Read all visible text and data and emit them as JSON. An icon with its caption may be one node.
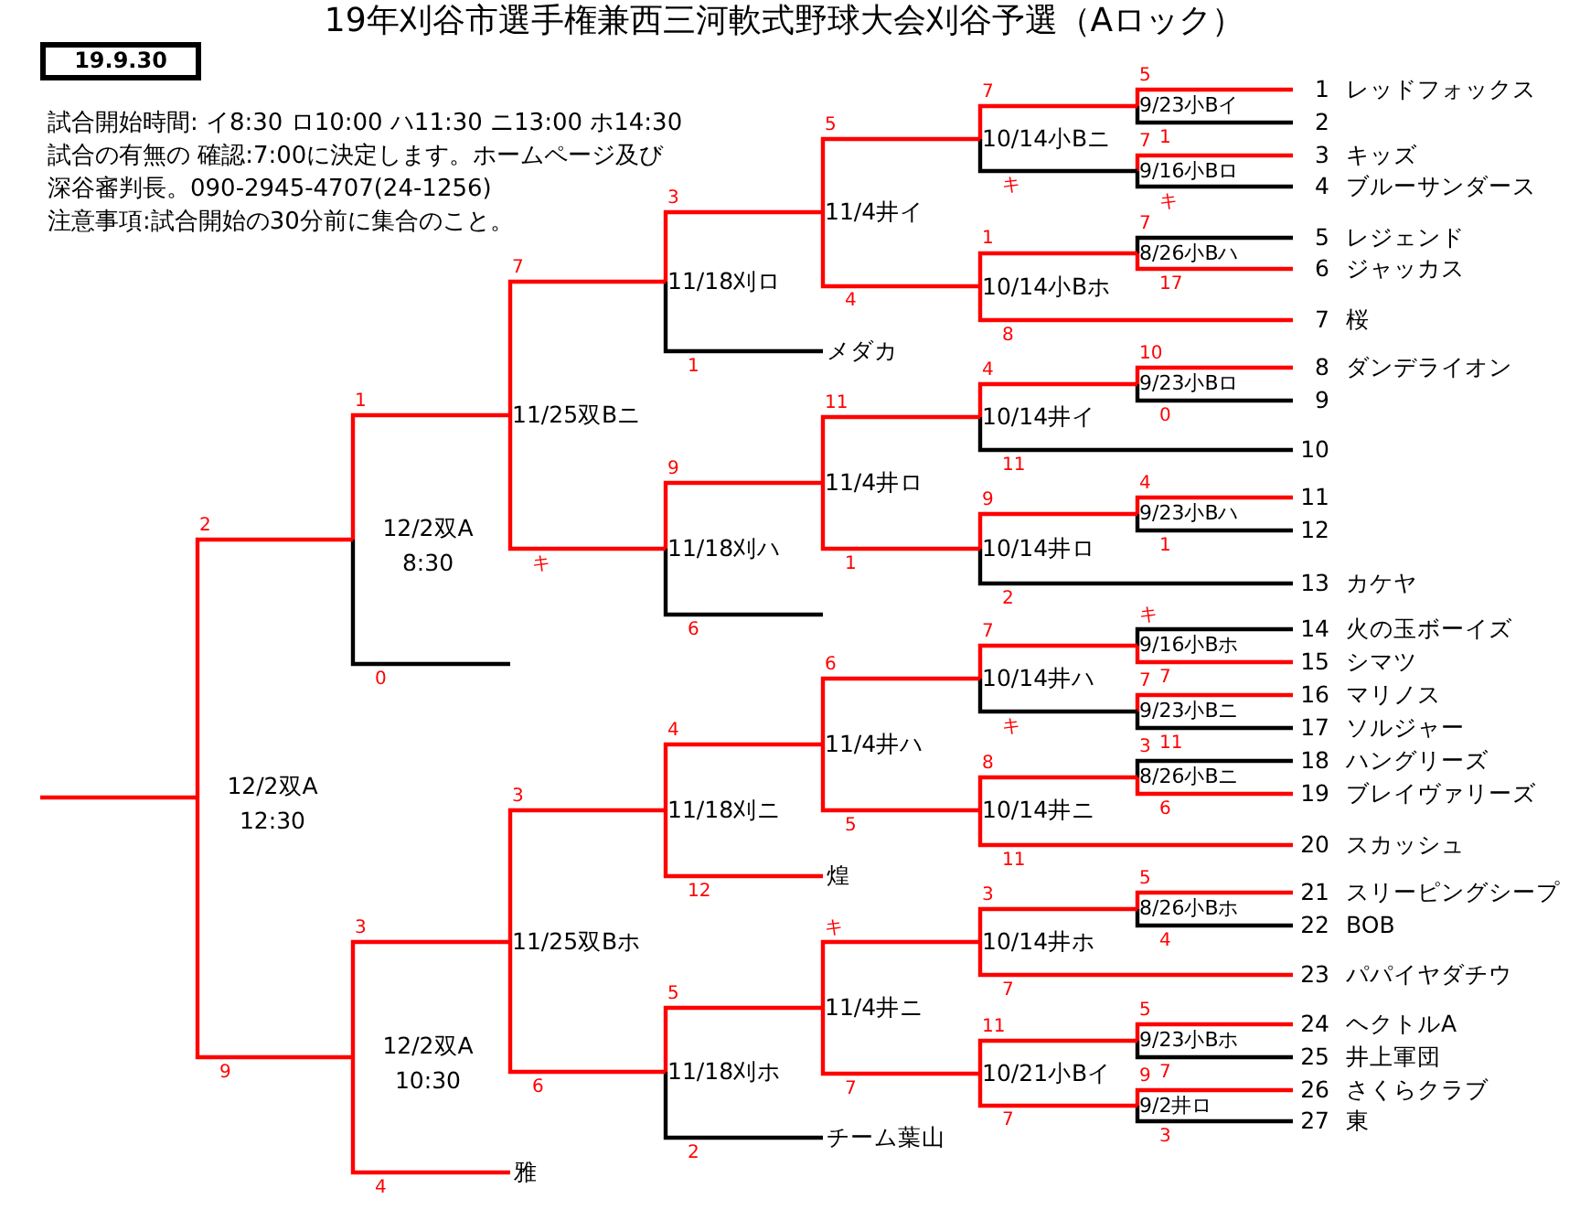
{
  "diagram": {
    "title": "19年刈谷市選手権兼西三河軟式野球大会刈谷予選（Aロック）",
    "nodes": [
      {
        "text": [
          "1",
          "レッドフォックス"
        ]
      },
      {
        "text": [
          "2"
        ]
      },
      {
        "text": [
          "3",
          "キッズ"
        ]
      },
      {
        "text": [
          "4",
          "ブルーサンダース"
        ]
      },
      {
        "text": [
          "5",
          "レジェンド"
        ]
      },
      {
        "text": [
          "6",
          "ジャッカス"
        ]
      },
      {
        "text": [
          "7",
          "桜"
        ]
      },
      {
        "text": [
          "8",
          "ダンデライオン"
        ]
      },
      {
        "text": [
          "9"
        ]
      },
      {
        "text": [
          "10"
        ]
      },
      {
        "text": [
          "11"
        ]
      },
      {
        "text": [
          "12"
        ]
      },
      {
        "text": [
          "13",
          "カケヤ"
        ]
      },
      {
        "text": [
          "14",
          "火の玉ボーイズ"
        ]
      },
      {
        "text": [
          "15",
          "シマツ"
        ]
      },
      {
        "text": [
          "16",
          "マリノス"
        ]
      },
      {
        "text": [
          "17",
          "ソルジャー"
        ]
      },
      {
        "text": [
          "18",
          "ハングリーズ"
        ]
      },
      {
        "text": [
          "19",
          "ブレイヴァリーズ"
        ]
      },
      {
        "text": [
          "20",
          "スカッシュ"
        ]
      },
      {
        "text": [
          "21",
          "スリーピングシープ"
        ]
      },
      {
        "text": [
          "22",
          "BOB"
        ]
      },
      {
        "text": [
          "23",
          "パパイヤダチウ"
        ]
      },
      {
        "text": [
          "24",
          "ヘクトルA"
        ]
      },
      {
        "text": [
          "25",
          "井上軍団"
        ]
      },
      {
        "text": [
          "26",
          "さくらクラブ"
        ]
      },
      {
        "text": [
          "27",
          "東"
        ]
      },
      {
        "text": [
          "メダカ"
        ]
      },
      {
        "text": [
          "煌"
        ]
      },
      {
        "text": [
          "チーム葉山"
        ]
      },
      {
        "text": [
          "雅"
        ]
      },
      {
        "text": [
          "9/23小Bイ"
        ]
      },
      {
        "text": [
          "9/16小Bロ"
        ]
      },
      {
        "text": [
          "8/26小Bハ"
        ]
      },
      {
        "text": [
          "9/23小Bロ"
        ]
      },
      {
        "text": [
          "9/23小Bハ"
        ]
      },
      {
        "text": [
          "9/16小Bホ"
        ]
      },
      {
        "text": [
          "9/23小Bニ"
        ]
      },
      {
        "text": [
          "8/26小Bニ"
        ]
      },
      {
        "text": [
          "8/26小Bホ"
        ]
      },
      {
        "text": [
          "9/23小Bホ"
        ]
      },
      {
        "text": [
          "9/2井ロ"
        ]
      },
      {
        "text": [
          "10/14小Bニ"
        ]
      },
      {
        "text": [
          "10/14小Bホ"
        ]
      },
      {
        "text": [
          "10/14井イ"
        ]
      },
      {
        "text": [
          "10/14井ロ"
        ]
      },
      {
        "text": [
          "10/14井ハ"
        ]
      },
      {
        "text": [
          "10/14井ニ"
        ]
      },
      {
        "text": [
          "10/14井ホ"
        ]
      },
      {
        "text": [
          "10/21小Bイ"
        ]
      },
      {
        "text": [
          "11/4井イ"
        ]
      },
      {
        "text": [
          "11/4井ロ"
        ]
      },
      {
        "text": [
          "11/4井ハ"
        ]
      },
      {
        "text": [
          "11/4井ニ"
        ]
      },
      {
        "text": [
          "11/18刈ロ"
        ]
      },
      {
        "text": [
          "11/18刈ハ"
        ]
      },
      {
        "text": [
          "11/18刈ニ"
        ]
      },
      {
        "text": [
          "11/18刈ホ"
        ]
      },
      {
        "text": [
          "11/25双Bニ"
        ]
      },
      {
        "text": [
          "11/25双Bホ"
        ]
      },
      {
        "text": [
          "12/2双A",
          "8:30"
        ]
      },
      {
        "text": [
          "12/2双A",
          "10:30"
        ]
      },
      {
        "text": [
          "12/2双A",
          "12:30"
        ]
      }
    ],
    "edges": [
      {
        "from": 0,
        "to": 31,
        "arrow": "none",
        "label": "5"
      },
      {
        "from": 1,
        "to": 31,
        "arrow": "none",
        "label": "1",
        "color": "#000000"
      },
      {
        "from": 2,
        "to": 32,
        "arrow": "none",
        "label": "7"
      },
      {
        "from": 3,
        "to": 32,
        "arrow": "none",
        "label": "キ",
        "color": "#000000"
      },
      {
        "from": 4,
        "to": 33,
        "arrow": "none",
        "label": "7",
        "color": "#000000"
      },
      {
        "from": 5,
        "to": 33,
        "arrow": "none",
        "label": "17"
      },
      {
        "from": 7,
        "to": 34,
        "arrow": "none",
        "label": "10"
      },
      {
        "from": 8,
        "to": 34,
        "arrow": "none",
        "label": "0",
        "color": "#000000"
      },
      {
        "from": 10,
        "to": 35,
        "arrow": "none",
        "label": "4"
      },
      {
        "from": 11,
        "to": 35,
        "arrow": "none",
        "label": "1",
        "color": "#000000"
      },
      {
        "from": 13,
        "to": 36,
        "arrow": "none",
        "label": "キ",
        "color": "#000000"
      },
      {
        "from": 14,
        "to": 36,
        "arrow": "none",
        "label": "7"
      },
      {
        "from": 15,
        "to": 37,
        "arrow": "none",
        "label": "7"
      },
      {
        "from": 16,
        "to": 37,
        "arrow": "none",
        "label": "11",
        "color": "#000000"
      },
      {
        "from": 17,
        "to": 38,
        "arrow": "none",
        "label": "3",
        "color": "#000000"
      },
      {
        "from": 18,
        "to": 38,
        "arrow": "none",
        "label": "6"
      },
      {
        "from": 20,
        "to": 39,
        "arrow": "none",
        "label": "5"
      },
      {
        "from": 21,
        "to": 39,
        "arrow": "none",
        "label": "4",
        "color": "#000000"
      },
      {
        "from": 23,
        "to": 40,
        "arrow": "none",
        "label": "5"
      },
      {
        "from": 24,
        "to": 40,
        "arrow": "none",
        "label": "7",
        "color": "#000000"
      },
      {
        "from": 25,
        "to": 41,
        "arrow": "none",
        "label": "9"
      },
      {
        "from": 26,
        "to": 41,
        "arrow": "none",
        "label": "3",
        "color": "#000000"
      },
      {
        "from": 31,
        "to": 42,
        "arrow": "none",
        "label": "7"
      },
      {
        "from": 32,
        "to": 42,
        "arrow": "none",
        "label": "キ",
        "color": "#000000"
      },
      {
        "from": 33,
        "to": 43,
        "arrow": "none",
        "label": "1"
      },
      {
        "from": 6,
        "to": 43,
        "arrow": "none",
        "label": "8"
      },
      {
        "from": 34,
        "to": 44,
        "arrow": "none",
        "label": "4"
      },
      {
        "from": 9,
        "to": 44,
        "arrow": "none",
        "label": "11",
        "color": "#000000"
      },
      {
        "from": 35,
        "to": 45,
        "arrow": "none",
        "label": "9"
      },
      {
        "from": 12,
        "to": 45,
        "arrow": "none",
        "label": "2",
        "color": "#000000"
      },
      {
        "from": 36,
        "to": 46,
        "arrow": "none",
        "label": "7"
      },
      {
        "from": 37,
        "to": 46,
        "arrow": "none",
        "label": "キ",
        "color": "#000000"
      },
      {
        "from": 38,
        "to": 47,
        "arrow": "none",
        "label": "8"
      },
      {
        "from": 19,
        "to": 47,
        "arrow": "none",
        "label": "11"
      },
      {
        "from": 39,
        "to": 48,
        "arrow": "none",
        "label": "3"
      },
      {
        "from": 22,
        "to": 48,
        "arrow": "none",
        "label": "7"
      },
      {
        "from": 40,
        "to": 49,
        "arrow": "none",
        "label": "11"
      },
      {
        "from": 41,
        "to": 49,
        "arrow": "none",
        "label": "7"
      },
      {
        "from": 42,
        "to": 50,
        "arrow": "none",
        "label": "5"
      },
      {
        "from": 43,
        "to": 50,
        "arrow": "none",
        "label": "4"
      },
      {
        "from": 44,
        "to": 51,
        "arrow": "none",
        "label": "11"
      },
      {
        "from": 45,
        "to": 51,
        "arrow": "none",
        "label": "1"
      },
      {
        "from": 46,
        "to": 52,
        "arrow": "none",
        "label": "6"
      },
      {
        "from": 47,
        "to": 52,
        "arrow": "none",
        "label": "5"
      },
      {
        "from": 48,
        "to": 53,
        "arrow": "none",
        "label": "キ"
      },
      {
        "from": 49,
        "to": 53,
        "arrow": "none",
        "label": "7"
      },
      {
        "from": 50,
        "to": 54,
        "arrow": "none",
        "label": "3"
      },
      {
        "from": 27,
        "to": 54,
        "arrow": "none",
        "label": "1",
        "color": "#000000"
      },
      {
        "from": 51,
        "to": 55,
        "arrow": "none",
        "label": "9"
      },
      {
        "from": null,
        "to": 55,
        "arrow": "none",
        "label": "6",
        "color": "#000000"
      },
      {
        "from": 52,
        "to": 56,
        "arrow": "none",
        "label": "4"
      },
      {
        "from": 28,
        "to": 56,
        "arrow": "none",
        "label": "12"
      },
      {
        "from": 53,
        "to": 57,
        "arrow": "none",
        "label": "5"
      },
      {
        "from": 29,
        "to": 57,
        "arrow": "none",
        "label": "2",
        "color": "#000000"
      },
      {
        "from": 54,
        "to": 58,
        "arrow": "none",
        "label": "7"
      },
      {
        "from": 55,
        "to": 58,
        "arrow": "none",
        "label": "キ"
      },
      {
        "from": 56,
        "to": 59,
        "arrow": "none",
        "label": "3"
      },
      {
        "from": 57,
        "to": 59,
        "arrow": "none",
        "label": "6"
      },
      {
        "from": 58,
        "to": 60,
        "arrow": "none",
        "label": "1"
      },
      {
        "from": null,
        "to": 60,
        "arrow": "none",
        "label": "0",
        "color": "#000000"
      },
      {
        "from": 59,
        "to": 61,
        "arrow": "none",
        "label": "3"
      },
      {
        "from": 30,
        "to": 61,
        "arrow": "none",
        "label": "4"
      },
      {
        "from": 60,
        "to": 62,
        "arrow": "none",
        "label": "2"
      },
      {
        "from": 61,
        "to": 62,
        "arrow": "none",
        "label": "9"
      },
      {
        "from": 62,
        "to": null,
        "arrow": "none"
      }
    ],
    "labels": [
      "19.9.30",
      "試合開始時間: イ8:30 ロ10:00 ハ11:30 ニ13:00 ホ14:30",
      "試合の有無の 確認:7:00に決定します。ホームページ及び",
      "深谷審判長。090-2945-4707(24-1256)",
      "注意事項:試合開始の30分前に集合のこと。"
    ]
  }
}
